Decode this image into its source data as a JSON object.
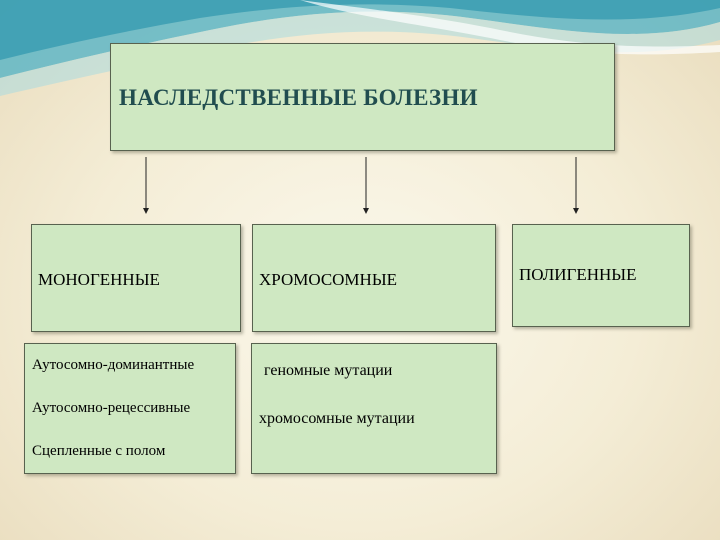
{
  "diagram": {
    "title": "НАСЛЕДСТВЕННЫЕ БОЛЕЗНИ",
    "categories": [
      {
        "label": "МОНОГЕННЫЕ"
      },
      {
        "label": "ХРОМОСОМНЫЕ"
      },
      {
        "label": "ПОЛИГЕННЫЕ"
      }
    ],
    "details": [
      {
        "items": [
          "Аутосомно-доминантные",
          "Аутосомно-рецессивные",
          "Сцепленные с полом"
        ]
      },
      {
        "items": [
          "геномные мутации",
          "хромосомные мутации"
        ]
      }
    ]
  },
  "colors": {
    "box_fill": "#cfe8c2",
    "box_border": "#58624f",
    "title_text": "#214d4f",
    "background": "#f6f0dc",
    "wave_teal": "#5fb6c6"
  }
}
